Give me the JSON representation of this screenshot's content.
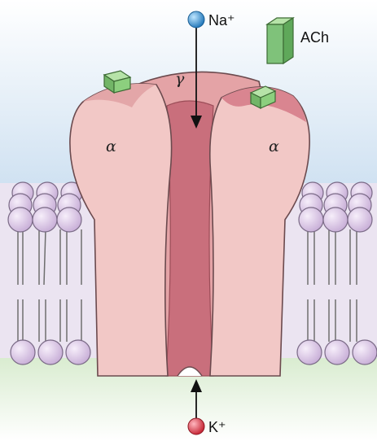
{
  "labels": {
    "na": "Na⁺",
    "k": "K⁺",
    "ach": "ACh",
    "gamma": "γ",
    "alpha_left": "α",
    "alpha_right": "α"
  },
  "colors": {
    "sky_top": "#c7dcef",
    "ground": "#cfe6c2",
    "channel_light": "#f2c8c6",
    "channel_mid": "#e6a8aa",
    "channel_dark": "#d4868d",
    "pore": "#c96f7c",
    "lipid_head": "#d9c5e3",
    "ach_green": "#7fc27a",
    "na_blue": "#2f8fd0",
    "k_red": "#d93447"
  }
}
